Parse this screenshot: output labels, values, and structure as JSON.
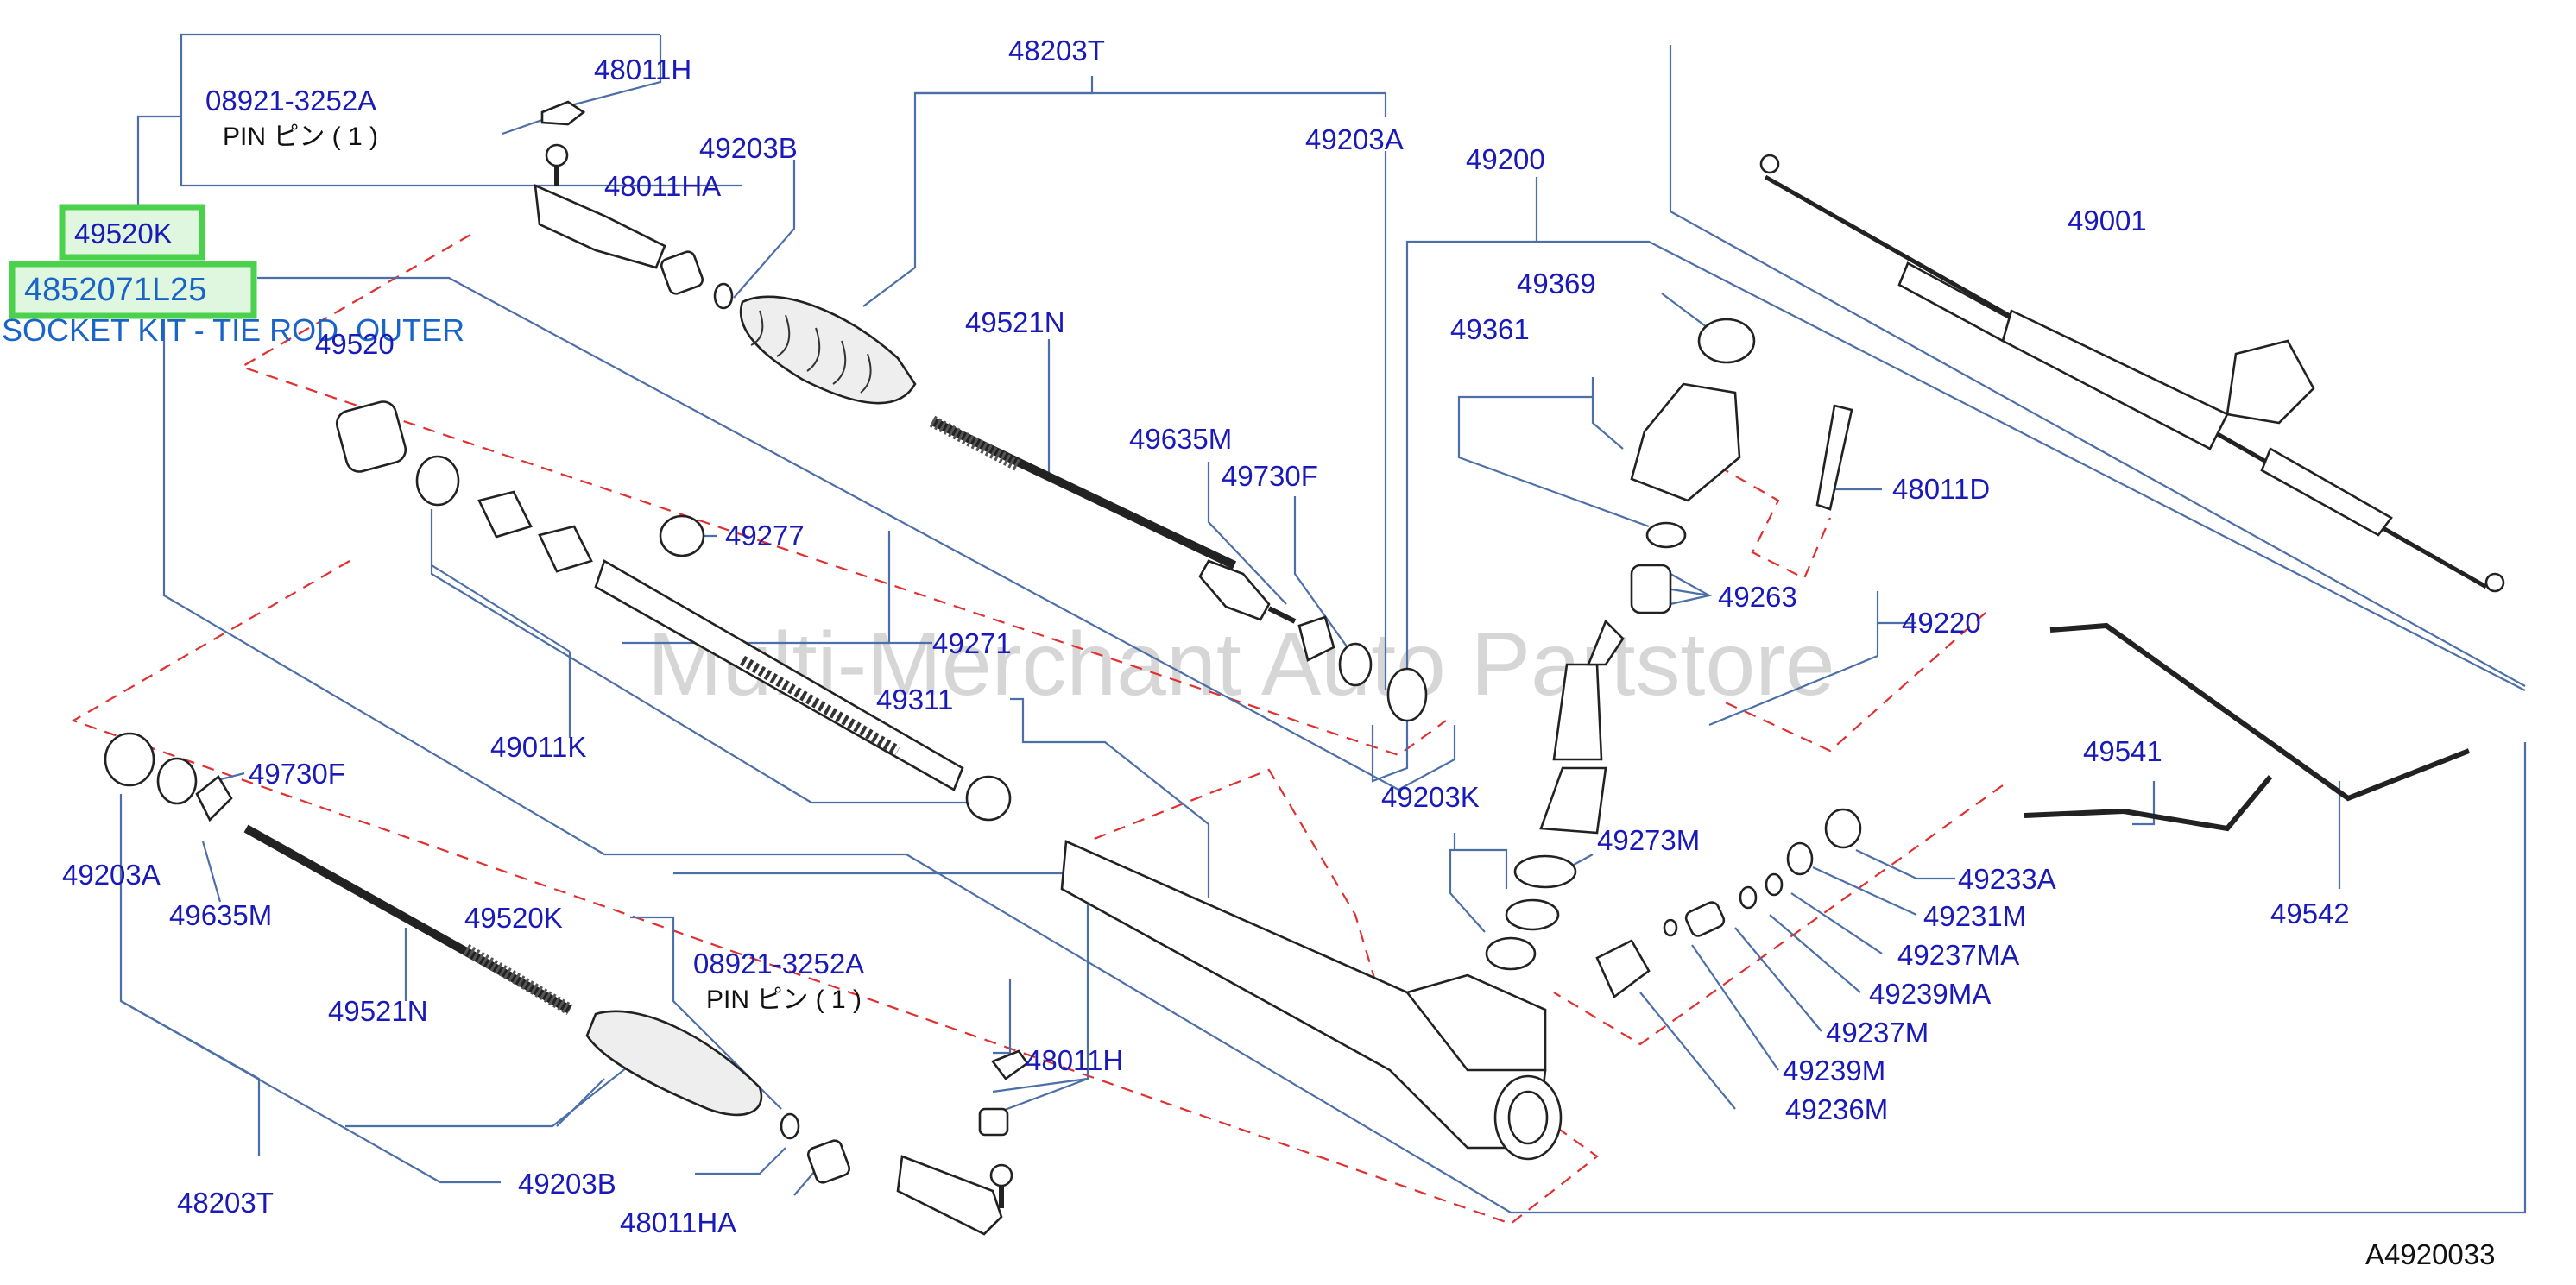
{
  "diagram": {
    "code": "A4920033",
    "watermark": "Multi-Merchant Auto Partstore",
    "highlight": {
      "part_group": "49520K",
      "selected_part": "4852071L25",
      "description": "SOCKET KIT - TIE ROD, OUTER"
    },
    "labels": {
      "l_08921_top": "08921-3252A",
      "l_pin_top": "PIN   ピン ( 1   )",
      "l_48011H_top": "48011H",
      "l_48011HA_top": "48011HA",
      "l_48203T_top": "48203T",
      "l_49203B_top": "49203B",
      "l_49203A_top": "49203A",
      "l_49520": "49520",
      "l_49521N_top": "49521N",
      "l_49635M_top": "49635M",
      "l_49730F_top": "49730F",
      "l_49277": "49277",
      "l_49271": "49271",
      "l_49311": "49311",
      "l_49011K": "49011K",
      "l_49200": "49200",
      "l_49369": "49369",
      "l_49361": "49361",
      "l_48011D": "48011D",
      "l_49263": "49263",
      "l_49220": "49220",
      "l_49001": "49001",
      "l_49203K": "49203K",
      "l_49273M": "49273M",
      "l_49541": "49541",
      "l_49542": "49542",
      "l_49233A": "49233A",
      "l_49231M": "49231M",
      "l_49237MA": "49237MA",
      "l_49239MA": "49239MA",
      "l_49237M": "49237M",
      "l_49239M": "49239M",
      "l_49236M": "49236M",
      "l_49730F_bot": "49730F",
      "l_49203A_bot": "49203A",
      "l_49635M_bot": "49635M",
      "l_49520K_bot": "49520K",
      "l_49521N_bot": "49521N",
      "l_08921_bot": "08921-3252A",
      "l_pin_bot": "PIN   ピン ( 1   )",
      "l_48011H_bot": "48011H",
      "l_48203T_bot": "48203T",
      "l_49203B_bot": "49203B",
      "l_48011HA_bot": "48011HA"
    }
  }
}
